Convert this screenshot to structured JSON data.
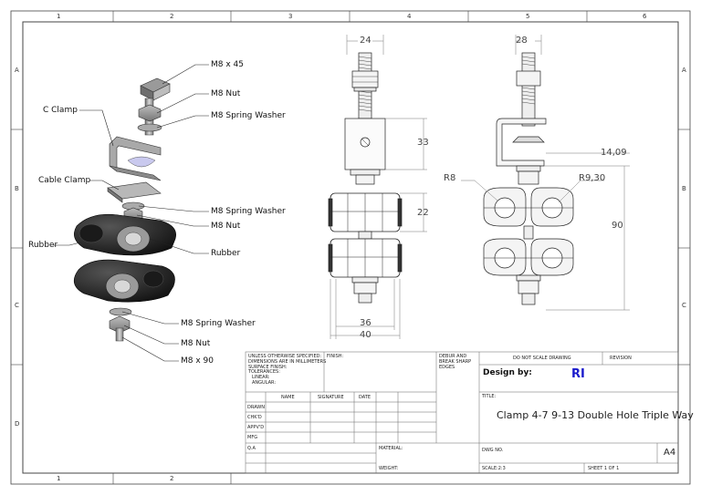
{
  "zones": {
    "columns": [
      "1",
      "2",
      "3",
      "4",
      "5",
      "6"
    ],
    "rows": [
      "A",
      "B",
      "C",
      "D"
    ]
  },
  "callouts": {
    "m8x45": "M8 x 45",
    "m8_nut_top": "M8 Nut",
    "m8_washer_top": "M8 Spring Washer",
    "c_clamp": "C Clamp",
    "cable_clamp": "Cable Clamp",
    "m8_washer_mid": "M8 Spring Washer",
    "m8_nut_mid": "M8 Nut",
    "rubber_left": "Rubber",
    "rubber_right": "Rubber",
    "m8_washer_bottom": "M8 Spring Washer",
    "m8_nut_bottom": "M8 Nut",
    "m8x90": "M8 x 90"
  },
  "dimensions": {
    "front_width_top": "24",
    "front_height_block": "33",
    "front_height_clamp": "22",
    "front_width_36": "36",
    "front_width_40": "40",
    "side_width_top": "28",
    "side_14_09": "14,09",
    "side_r8": "R8",
    "side_r9_30": "R9,30",
    "side_90": "90"
  },
  "title_block": {
    "tolerance_note": "UNLESS OTHERWISE SPECIFIED:",
    "dims_note": "DIMENSIONS ARE IN MILLIMETERS",
    "surface_note": "SURFACE FINISH:",
    "tolerances": "TOLERANCES:",
    "linear": "LINEAR:",
    "angular": "ANGULAR:",
    "finish": "FINISH:",
    "deburr": "DEBUR AND",
    "break_sharp": "BREAK SHARP",
    "edges": "EDGES",
    "do_not_scale": "DO NOT SCALE DRAWING",
    "revision": "REVISION",
    "design_by_label": "Design by:",
    "design_by_value": "RI",
    "title_label": "TITLE:",
    "title": "Clamp 4-7 9-13 Double Hole Triple Way",
    "col_name": "NAME",
    "col_signature": "SIGNATURE",
    "col_date": "DATE",
    "drawn": "DRAWN",
    "chkd": "CHK'D",
    "appvd": "APPV'D",
    "mfg": "MFG",
    "qa": "Q.A",
    "material": "MATERIAL:",
    "dwg_no": "DWG NO.",
    "size": "A4",
    "weight": "WEIGHT:",
    "scale": "SCALE:2:3",
    "sheet": "SHEET 1 OF 1"
  }
}
